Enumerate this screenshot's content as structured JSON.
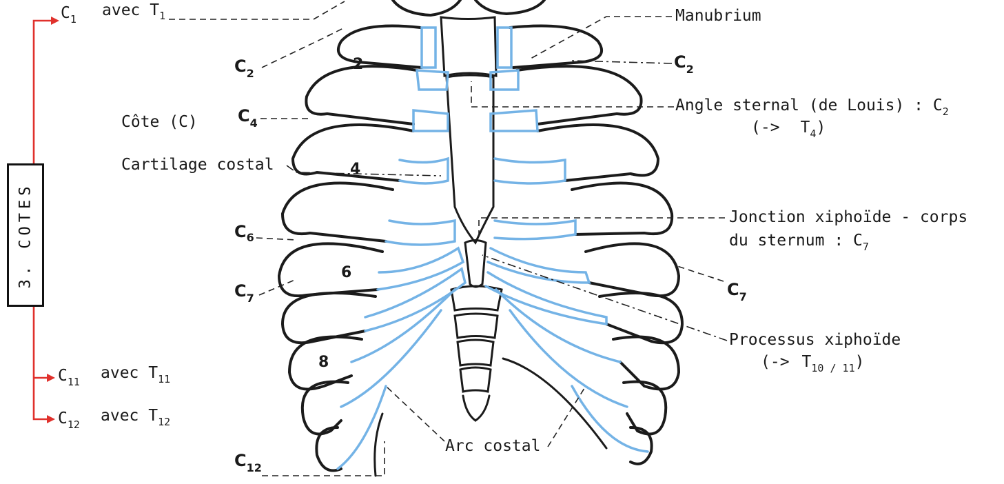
{
  "section_box": "3. COTES",
  "left_top": {
    "c1": {
      "base": "C",
      "sub": "1",
      "text": "avec T",
      "tsub": "1"
    },
    "c11": {
      "base": "C",
      "sub": "11",
      "text": "avec T",
      "tsub": "11"
    },
    "c12": {
      "base": "C",
      "sub": "12",
      "text": "avec T",
      "tsub": "12"
    }
  },
  "left_labels": {
    "cote": "Côte  (C)",
    "cartilage": "Cartilage costal",
    "c2": {
      "base": "C",
      "sub": "2"
    },
    "c4": {
      "base": "C",
      "sub": "4"
    },
    "c6": {
      "base": "C",
      "sub": "6"
    },
    "c7": {
      "base": "C",
      "sub": "7"
    },
    "c12": {
      "base": "C",
      "sub": "12"
    }
  },
  "right_labels": {
    "manubrium": "Manubrium",
    "c2": {
      "base": "C",
      "sub": "2"
    },
    "angle_line1": "Angle sternal (de Louis) : C",
    "angle_line1_sub": "2",
    "angle_line2_arrow": "(->",
    "angle_line2_t": "T",
    "angle_line2_sub": "4",
    "angle_line2_close": ")",
    "jonction_line1": "Jonction xiphoïde - corps",
    "jonction_line2": "du sternum   :  C",
    "jonction_sub": "7",
    "c7": {
      "base": "C",
      "sub": "7"
    },
    "processus_line1": "Processus xiphoïde",
    "processus_arrow": "(->",
    "processus_t": "T",
    "processus_sub": "10 / 11",
    "processus_close": ")"
  },
  "arc_costal": "Arc costal",
  "rib_numbers": [
    "2",
    "4",
    "6",
    "8"
  ],
  "colors": {
    "arrows": "#e0312c",
    "cartilage": "#74b3e6",
    "ink": "#1b1b1b"
  }
}
